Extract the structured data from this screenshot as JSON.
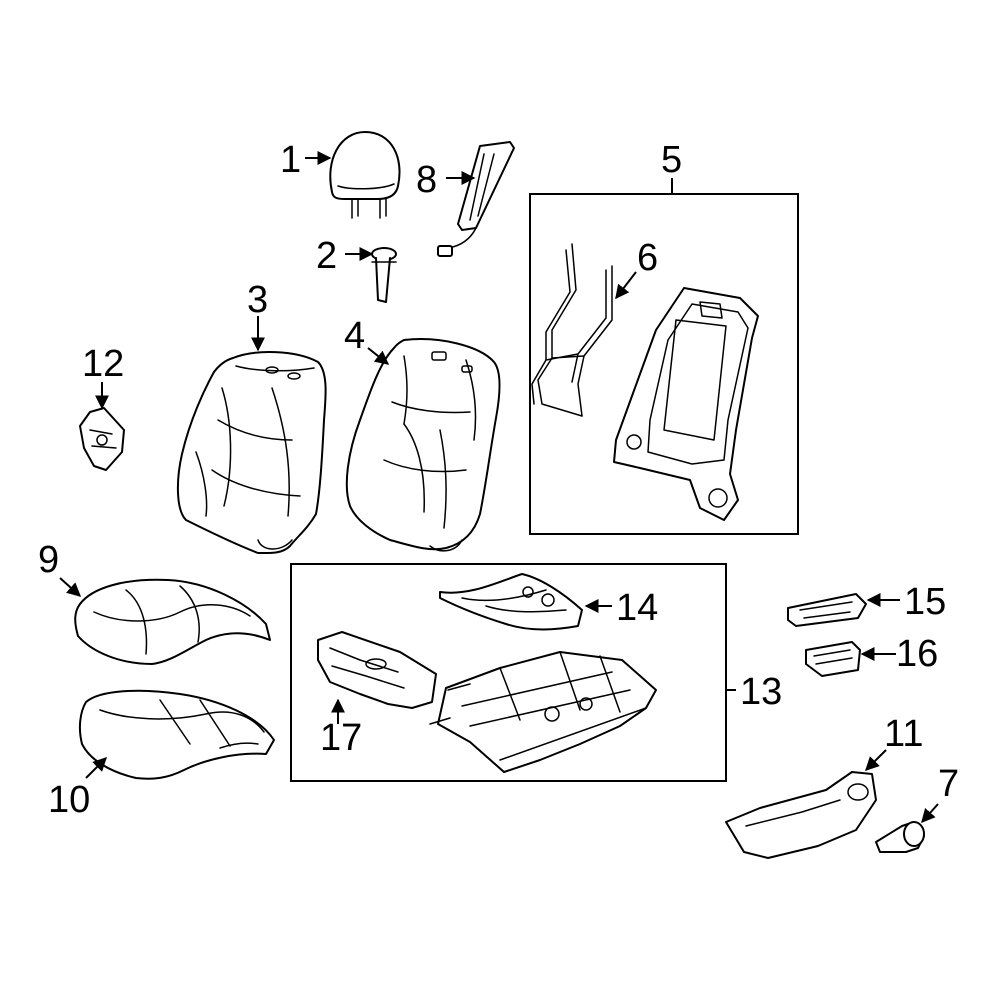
{
  "diagram": {
    "highlight_color": "#1f2fcc",
    "highlighted_part": "3",
    "callouts": {
      "c1": "1",
      "c2": "2",
      "c3": "3",
      "c4": "4",
      "c5": "5",
      "c6": "6",
      "c7": "7",
      "c8": "8",
      "c9": "9",
      "c10": "10",
      "c11": "11",
      "c12": "12",
      "c13": "13",
      "c14": "14",
      "c15": "15",
      "c16": "16",
      "c17": "17"
    }
  }
}
